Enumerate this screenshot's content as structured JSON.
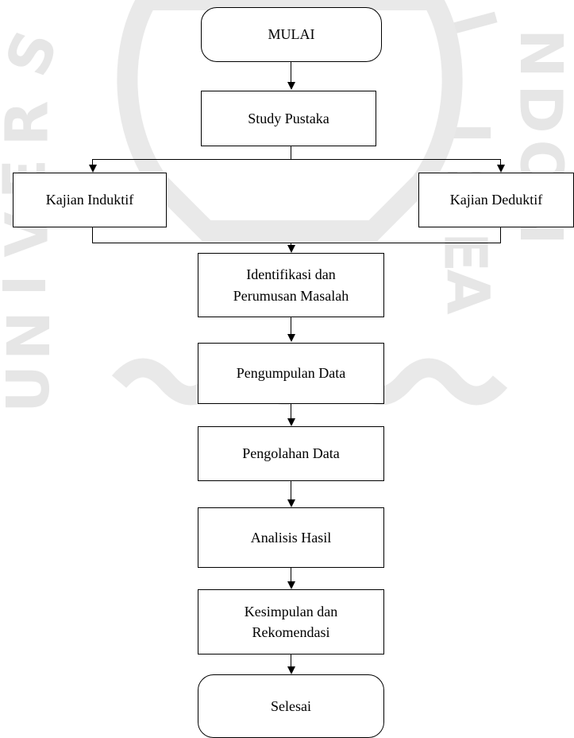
{
  "watermark": {
    "left_letters": [
      "U",
      "N",
      "I",
      "V",
      "E",
      "R",
      "S"
    ],
    "right_letters": [
      "I",
      "N",
      "D",
      "O",
      "N",
      "E",
      "S",
      "I",
      "A"
    ],
    "color": "#e6e6e6"
  },
  "flowchart": {
    "start": "MULAI",
    "study": "Study Pustaka",
    "induktif": "Kajian Induktif",
    "deduktif": "Kajian Deduktif",
    "identifikasi": "Identifikasi  dan\nPerumusan Masalah",
    "pengumpulan": "Pengumpulan Data",
    "pengolahan": "Pengolahan Data",
    "analisis": "Analisis Hasil",
    "kesimpulan": "Kesimpulan dan\nRekomendasi",
    "end": "Selesai"
  }
}
